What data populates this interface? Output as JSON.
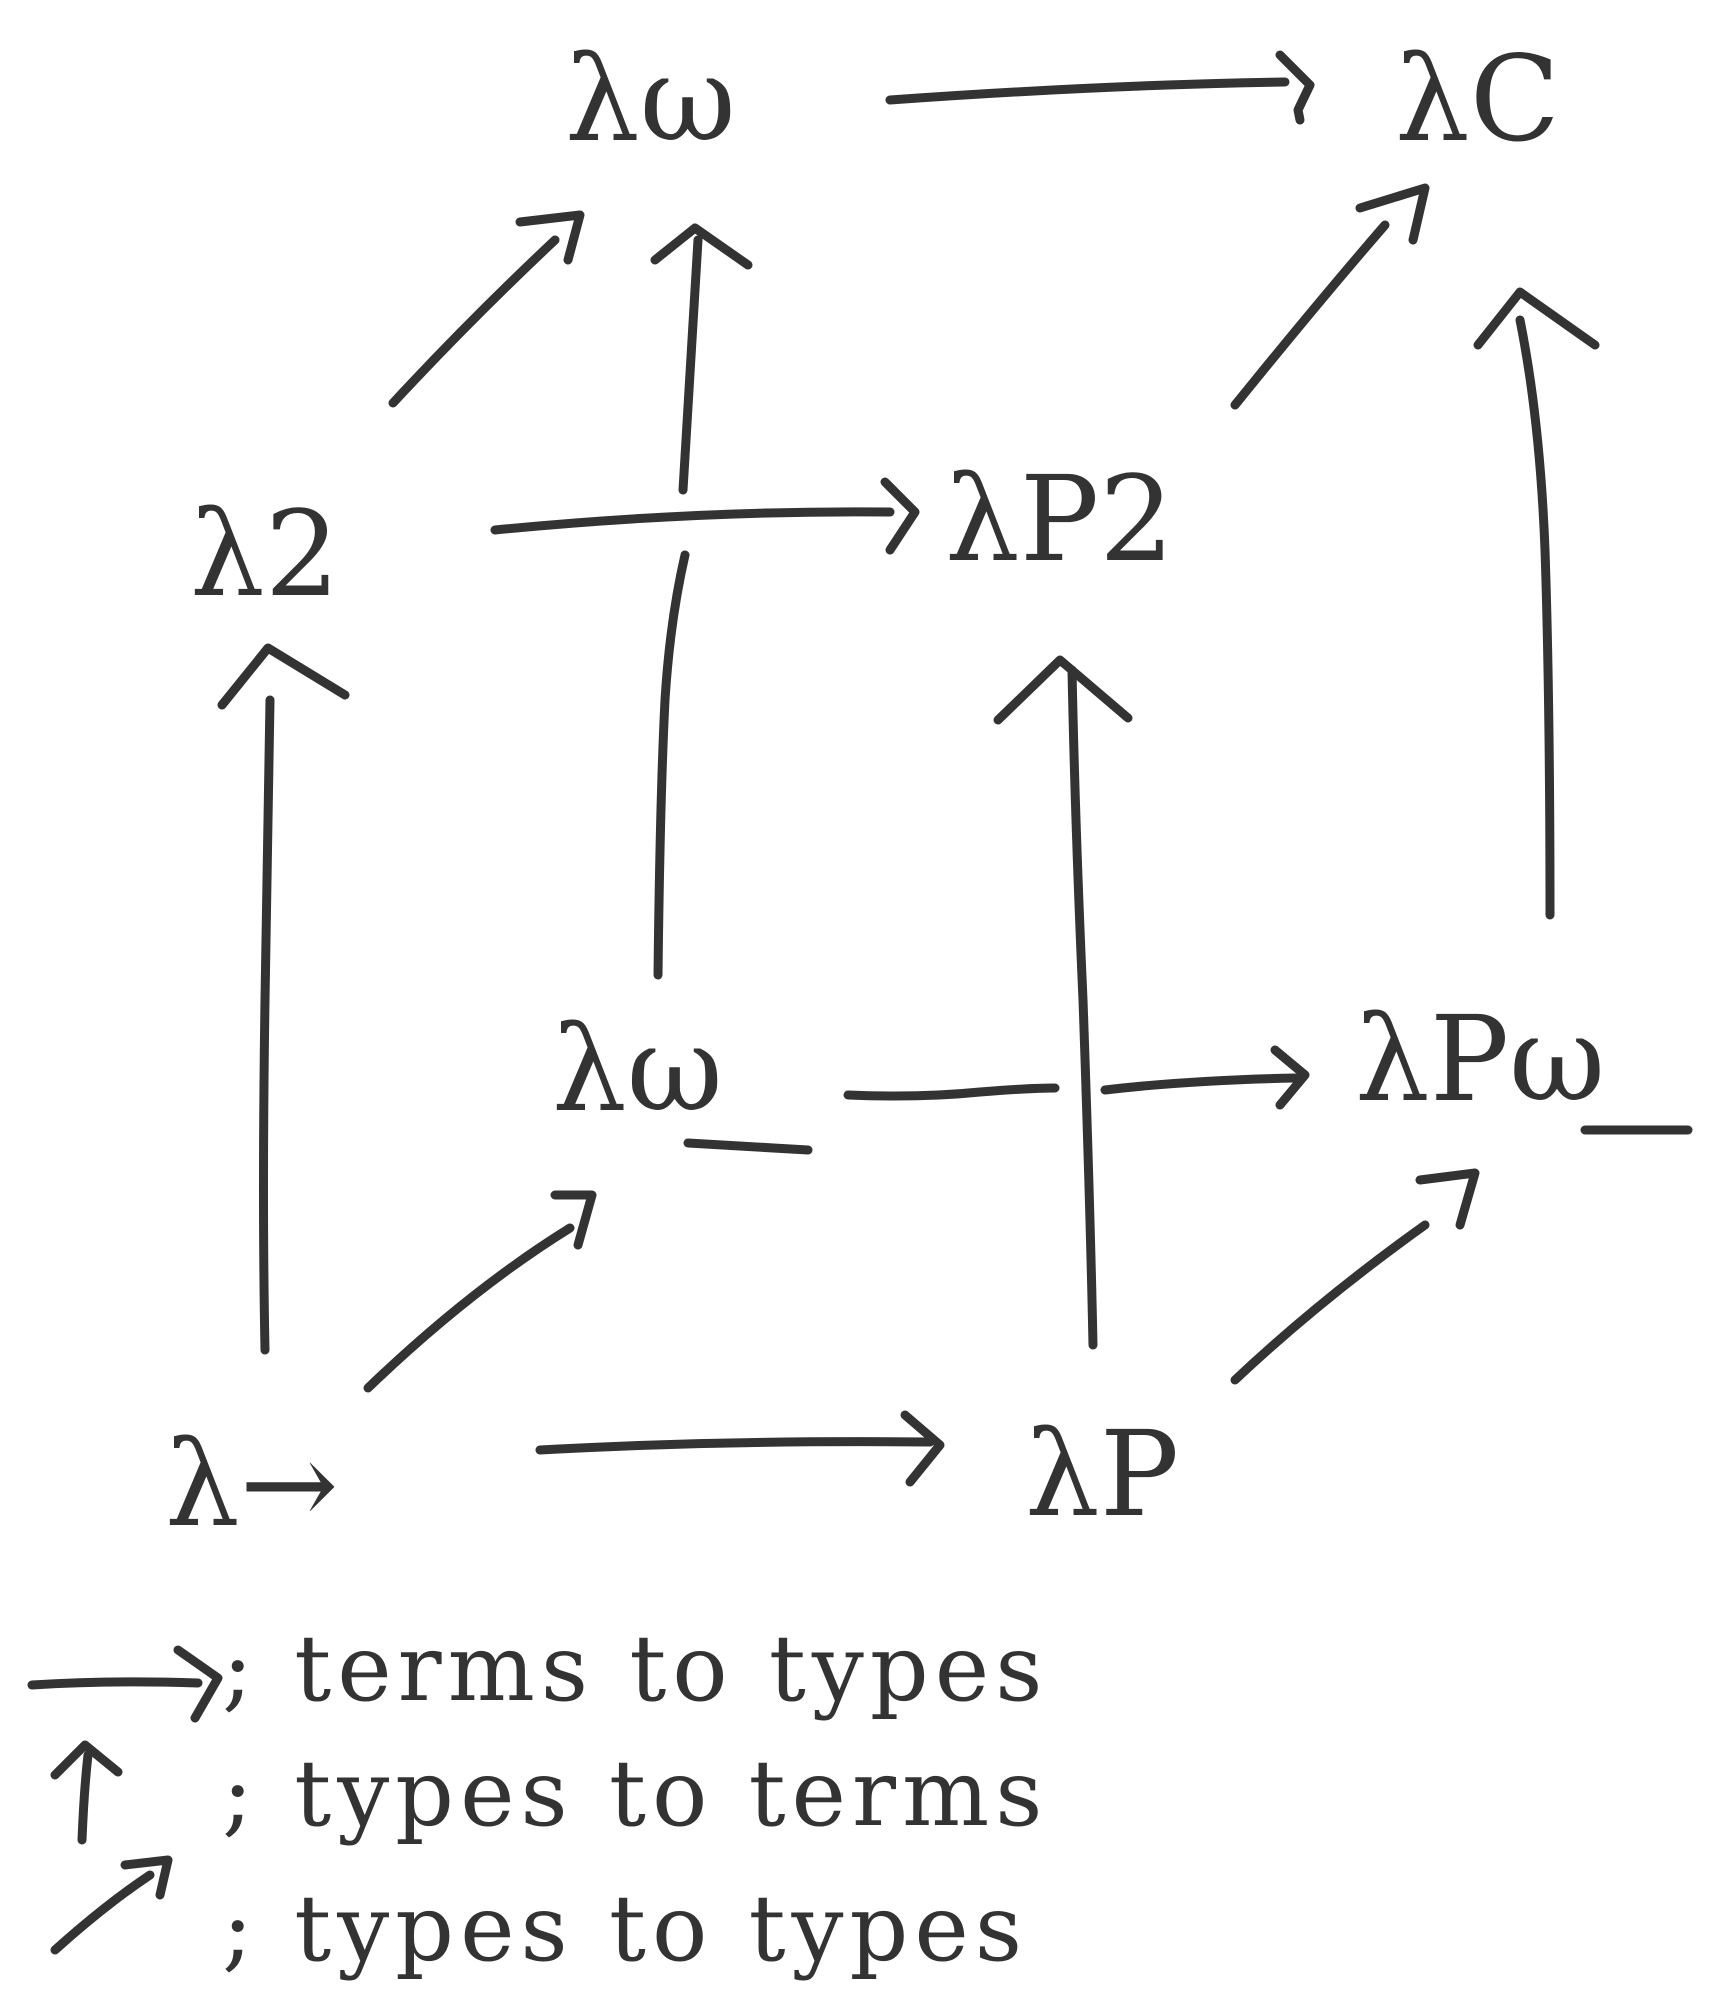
{
  "nodes": {
    "lambda_arrow": "λ→",
    "lambda_p": "λP",
    "lambda_2": "λ2",
    "lambda_p2": "λP2",
    "lambda_omega_under": "λω",
    "lambda_p_omega_under": "λPω",
    "lambda_omega": "λω",
    "lambda_c": "λC"
  },
  "legend": {
    "terms_to_types": "; terms to types",
    "types_to_terms": "; types to terms",
    "types_to_types": "; types to types"
  },
  "colors": {
    "ink": "#333333",
    "background": "#ffffff"
  }
}
